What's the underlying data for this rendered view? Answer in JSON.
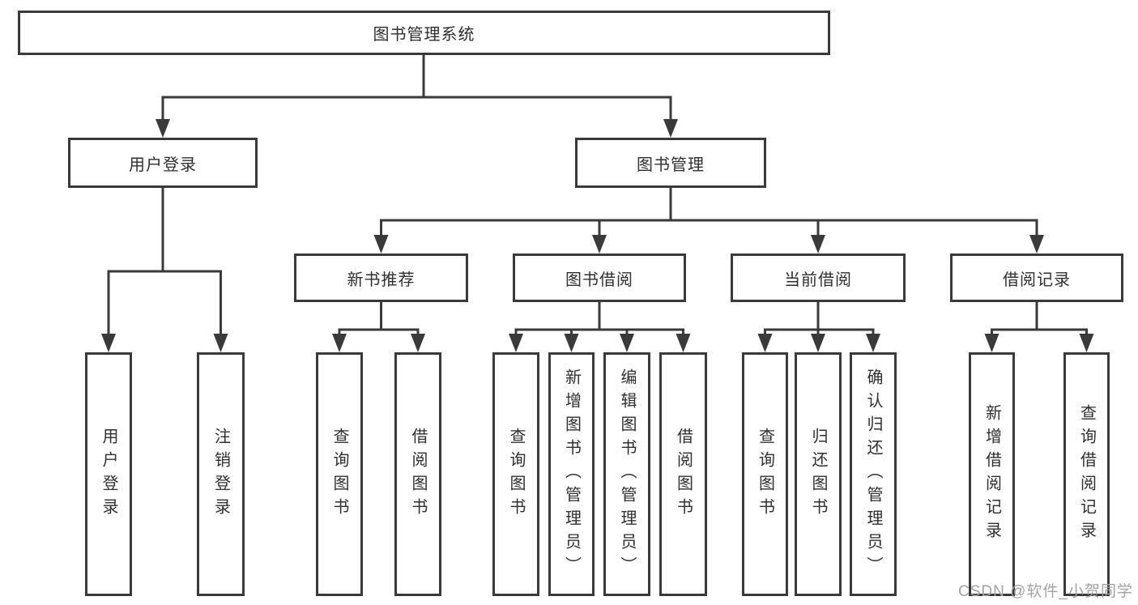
{
  "root": {
    "label": "图书管理系统"
  },
  "branches": [
    {
      "label": "用户登录",
      "children": [
        "用户登录",
        "注销登录"
      ]
    },
    {
      "label": "图书管理",
      "children": [
        {
          "label": "新书推荐",
          "children": [
            "查询图书",
            "借阅图书"
          ]
        },
        {
          "label": "图书借阅",
          "children": [
            "查询图书",
            "新增图书（管理员）",
            "编辑图书（管理员）",
            "借阅图书"
          ]
        },
        {
          "label": "当前借阅",
          "children": [
            "查询图书",
            "归还图书",
            "确认归还（管理员）"
          ]
        },
        {
          "label": "借阅记录",
          "children": [
            "新增借阅记录",
            "查询借阅记录"
          ]
        }
      ]
    }
  ],
  "colors": {
    "line": "#3a3a3a",
    "border": "#3a3a3a",
    "text": "#2f2f2f",
    "watermark": "#a3a3a6"
  },
  "watermark": "CSDN @软件_小贺同学"
}
